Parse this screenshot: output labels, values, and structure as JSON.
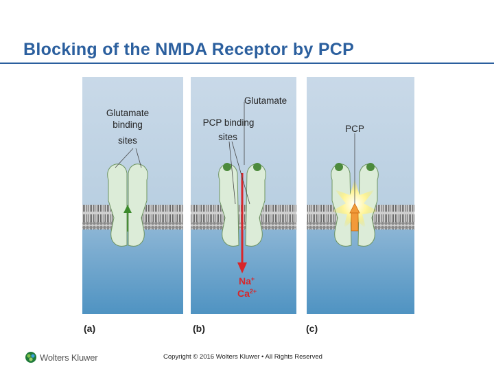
{
  "slide": {
    "title": "Blocking of the NMDA Receptor by PCP",
    "footer": "Copyright © 2016 Wolters Kluwer • All Rights Reserved",
    "logo_text": "Wolters Kluwer"
  },
  "panels": [
    {
      "letter": "(a)",
      "labels": [
        "Glutamate",
        "binding",
        "sites"
      ]
    },
    {
      "letter": "(b)",
      "labels": [
        "Glutamate",
        "PCP binding",
        "sites"
      ],
      "ions": [
        "Na",
        "Ca"
      ],
      "ion_charges": [
        "+",
        "2+"
      ]
    },
    {
      "letter": "(c)",
      "labels": [
        "PCP"
      ]
    }
  ],
  "colors": {
    "title": "#2b5f9e",
    "sky_top": "#c9d9e8",
    "cytoplasm": "#5f9ec6",
    "receptor": "#dcecd8",
    "receptor_edge": "#6d9460",
    "glutamate_bead": "#4c8a3c",
    "ion_arrow": "#d8262a",
    "pcp_block": "#f29a3a"
  }
}
